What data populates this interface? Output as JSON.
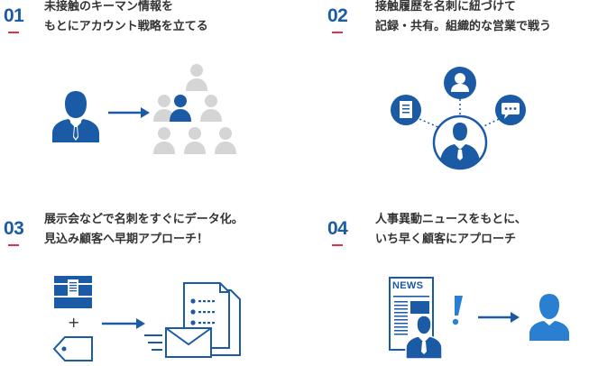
{
  "colors": {
    "number": "#1b5aa5",
    "accent_bar": "#e2314a",
    "primary_blue": "#1b5aa5",
    "light_blue": "#2a7fd0",
    "gray": "#d5d5d5",
    "text": "#333333"
  },
  "features": [
    {
      "number": "01",
      "title_line1": "未接触のキーマン情報を",
      "title_line2": "もとにアカウント戦略を立てる",
      "icons": [
        "businessman-icon",
        "arrow-right-icon",
        "org-chart-icon"
      ]
    },
    {
      "number": "02",
      "title_line1": "接触履歴を名刺に紐づけて",
      "title_line2": "記録・共有。組織的な営業で戦う",
      "icons": [
        "network-icon",
        "document-icon",
        "chat-icon",
        "businessman-icon"
      ]
    },
    {
      "number": "03",
      "title_line1": "展示会などで名刺をすぐにデータ化。",
      "title_line2": "見込み顧客へ早期アプローチ！",
      "icons": [
        "card-box-icon",
        "tag-icon",
        "arrow-right-icon",
        "mail-icon",
        "data-sheet-icon"
      ],
      "plus": "+"
    },
    {
      "number": "04",
      "title_line1": "人事異動ニュースをもとに、",
      "title_line2": "いち早く顧客にアプローチ",
      "icons": [
        "newspaper-icon",
        "exclamation-icon",
        "arrow-right-icon",
        "person-icon"
      ],
      "news_label": "NEWS"
    }
  ]
}
